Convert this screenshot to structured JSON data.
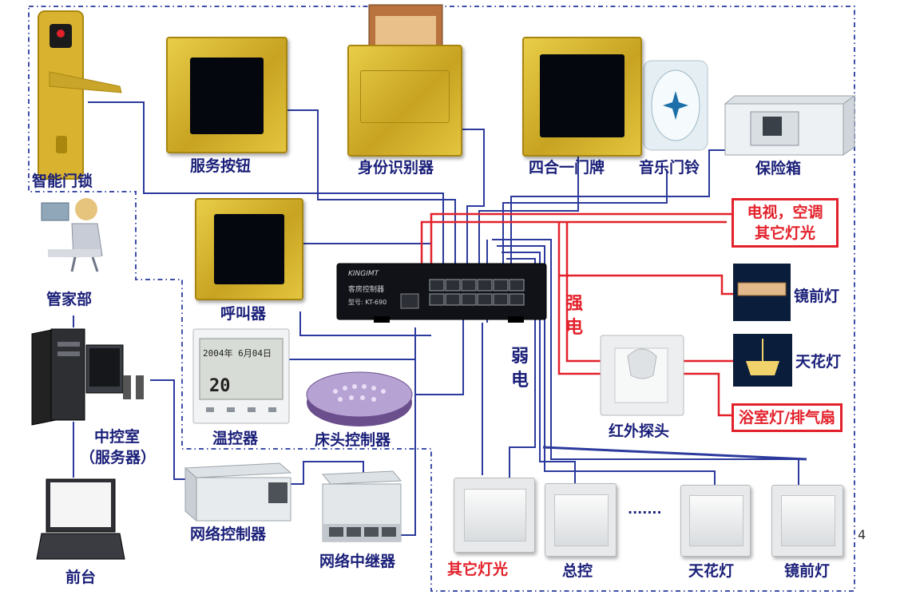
{
  "nodes": {
    "smart_lock": "智能门锁",
    "service_button": "服务按钮",
    "id_reader": "身份识别器",
    "four_in_one": "四合一门牌",
    "music_doorbell": "音乐门铃",
    "safe": "保险箱",
    "butler": "管家部",
    "caller": "呼叫器",
    "control_room": "中控室",
    "control_room_sub": "（服务器）",
    "thermostat": "温控器",
    "bedside": "床头控制器",
    "net_controller": "网络控制器",
    "net_repeater": "网络中继器",
    "front_desk": "前台",
    "infrared": "红外探头",
    "tv_ac_line1": "电视，空调",
    "tv_ac_line2": "其它灯光",
    "mirror_light": "镜前灯",
    "ceiling_light": "天花灯",
    "bath_light": "浴室灯/排气扇",
    "strong_power_1": "强",
    "strong_power_2": "电",
    "weak_power_1": "弱",
    "weak_power_2": "电",
    "sw_other": "其它灯光",
    "sw_master": "总控",
    "sw_ceiling": "天花灯",
    "sw_mirror": "镜前灯",
    "ellipsis": "·······",
    "page_number": "4"
  },
  "device_text": {
    "controller_brand": "KINGIMT",
    "controller_name": "客房控制器",
    "controller_model": "型号: KT-690",
    "thermostat_time": "2004年 6月04日",
    "thermostat_temp": "20"
  },
  "colors": {
    "weak_line": "#2b3a9c",
    "strong_line": "#e3212b",
    "label": "#1a1f78",
    "dash_border": "#3f4fa8"
  }
}
